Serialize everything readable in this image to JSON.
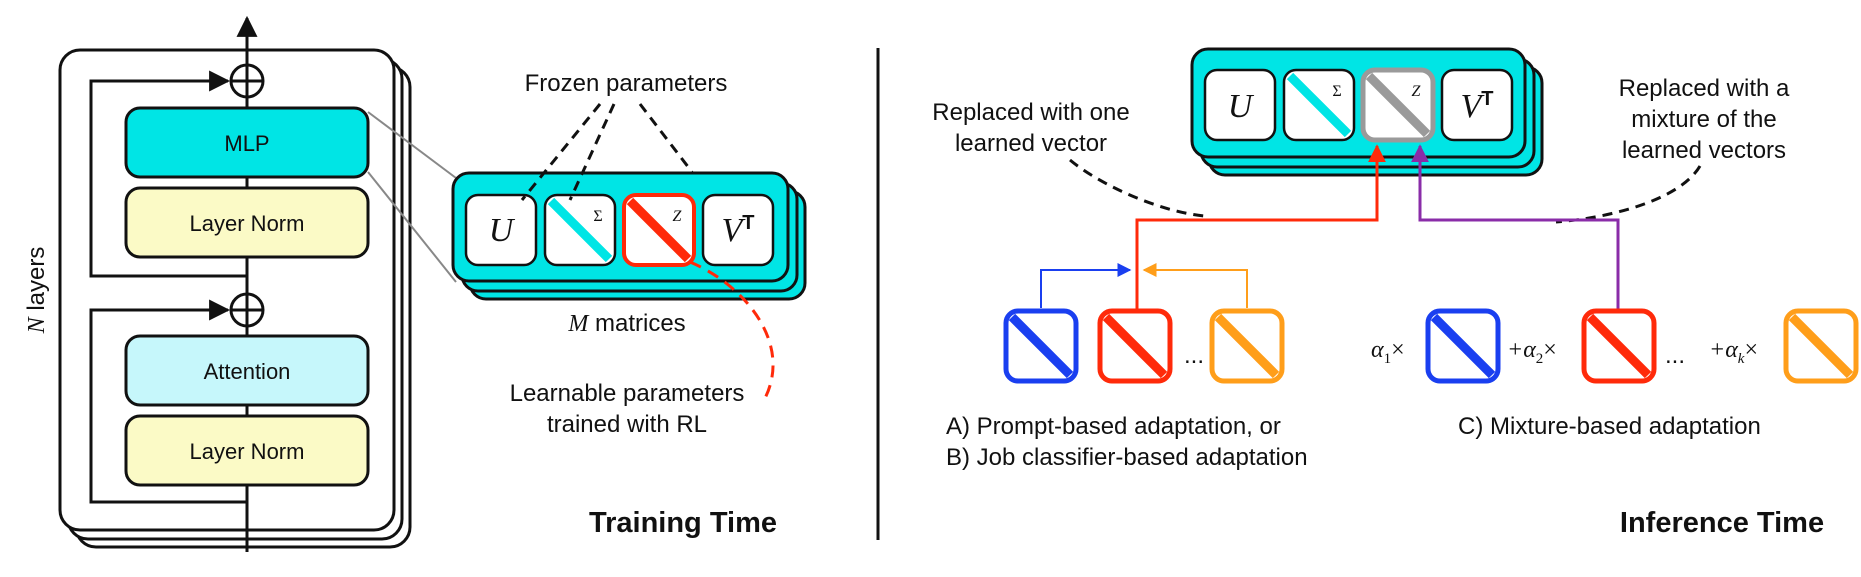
{
  "training": {
    "section_title": "Training Time",
    "layers_label_var": "N",
    "layers_label_text": " layers",
    "blocks": {
      "mlp": "MLP",
      "layer_norm_top": "Layer Norm",
      "attention": "Attention",
      "layer_norm_bottom": "Layer Norm"
    },
    "frozen_label": "Frozen parameters",
    "matrix_count_var": "M",
    "matrix_count_text": " matrices",
    "learnable_label_line1": "Learnable parameters",
    "learnable_label_line2": "trained with RL",
    "svd": {
      "u": "U",
      "sigma": "Σ",
      "z": "Z",
      "v": "V",
      "transpose": "T"
    }
  },
  "inference": {
    "section_title": "Inference Time",
    "replaced_one_line1": "Replaced with one",
    "replaced_one_line2": "learned vector",
    "replaced_mix_line1": "Replaced with a",
    "replaced_mix_line2": "mixture of the",
    "replaced_mix_line3": "learned vectors",
    "ellipsis_left": "...",
    "ellipsis_right": "...",
    "caption_ab_line1": "A) Prompt-based adaptation, or",
    "caption_ab_line2": "B) Job classifier-based adaptation",
    "caption_c": "C) Mixture-based adaptation",
    "mixture": {
      "alpha1": "α",
      "alpha1_sub": "1",
      "alpha2": "+α",
      "alpha2_sub": "2",
      "alphak": "+α",
      "alphak_sub": "k",
      "times": "×"
    }
  },
  "colors": {
    "cyan": "#00e5e5",
    "light_cyan": "#c6f7fb",
    "yellow": "#fbfac6",
    "blue": "#1a3ff0",
    "red": "#ff2a0a",
    "orange": "#ff9e1a",
    "purple": "#8a2ca8",
    "gray": "#9a9a9a"
  },
  "icons": [
    "up-arrow-icon",
    "residual-add-icon"
  ]
}
